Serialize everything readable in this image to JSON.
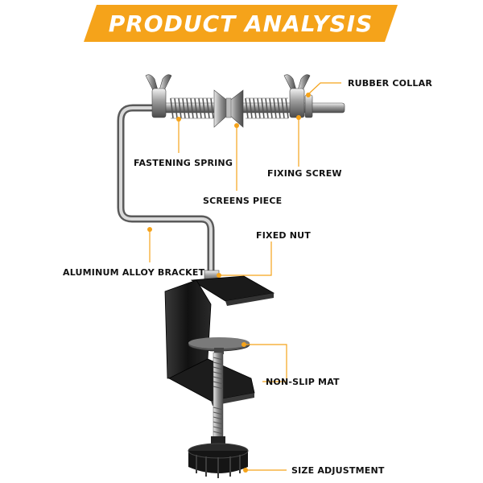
{
  "header": {
    "title": "PRODUCT ANALYSIS"
  },
  "colors": {
    "accent": "#f5a31a",
    "banner_fill": "#f5a31a",
    "text": "#111111"
  },
  "labels": {
    "rubber_collar": "RUBBER COLLAR",
    "fastening_spring": "FASTENING SPRING",
    "fixing_screw": "FIXING SCREW",
    "screens_piece": "SCREENS PIECE",
    "fixed_nut": "FIXED NUT",
    "aluminum_alloy_bracket": "ALUMINUM ALLOY BRACKET",
    "non_slip_mat": "NON-SLIP MAT",
    "size_adjustment": "SIZE ADJUSTMENT"
  }
}
